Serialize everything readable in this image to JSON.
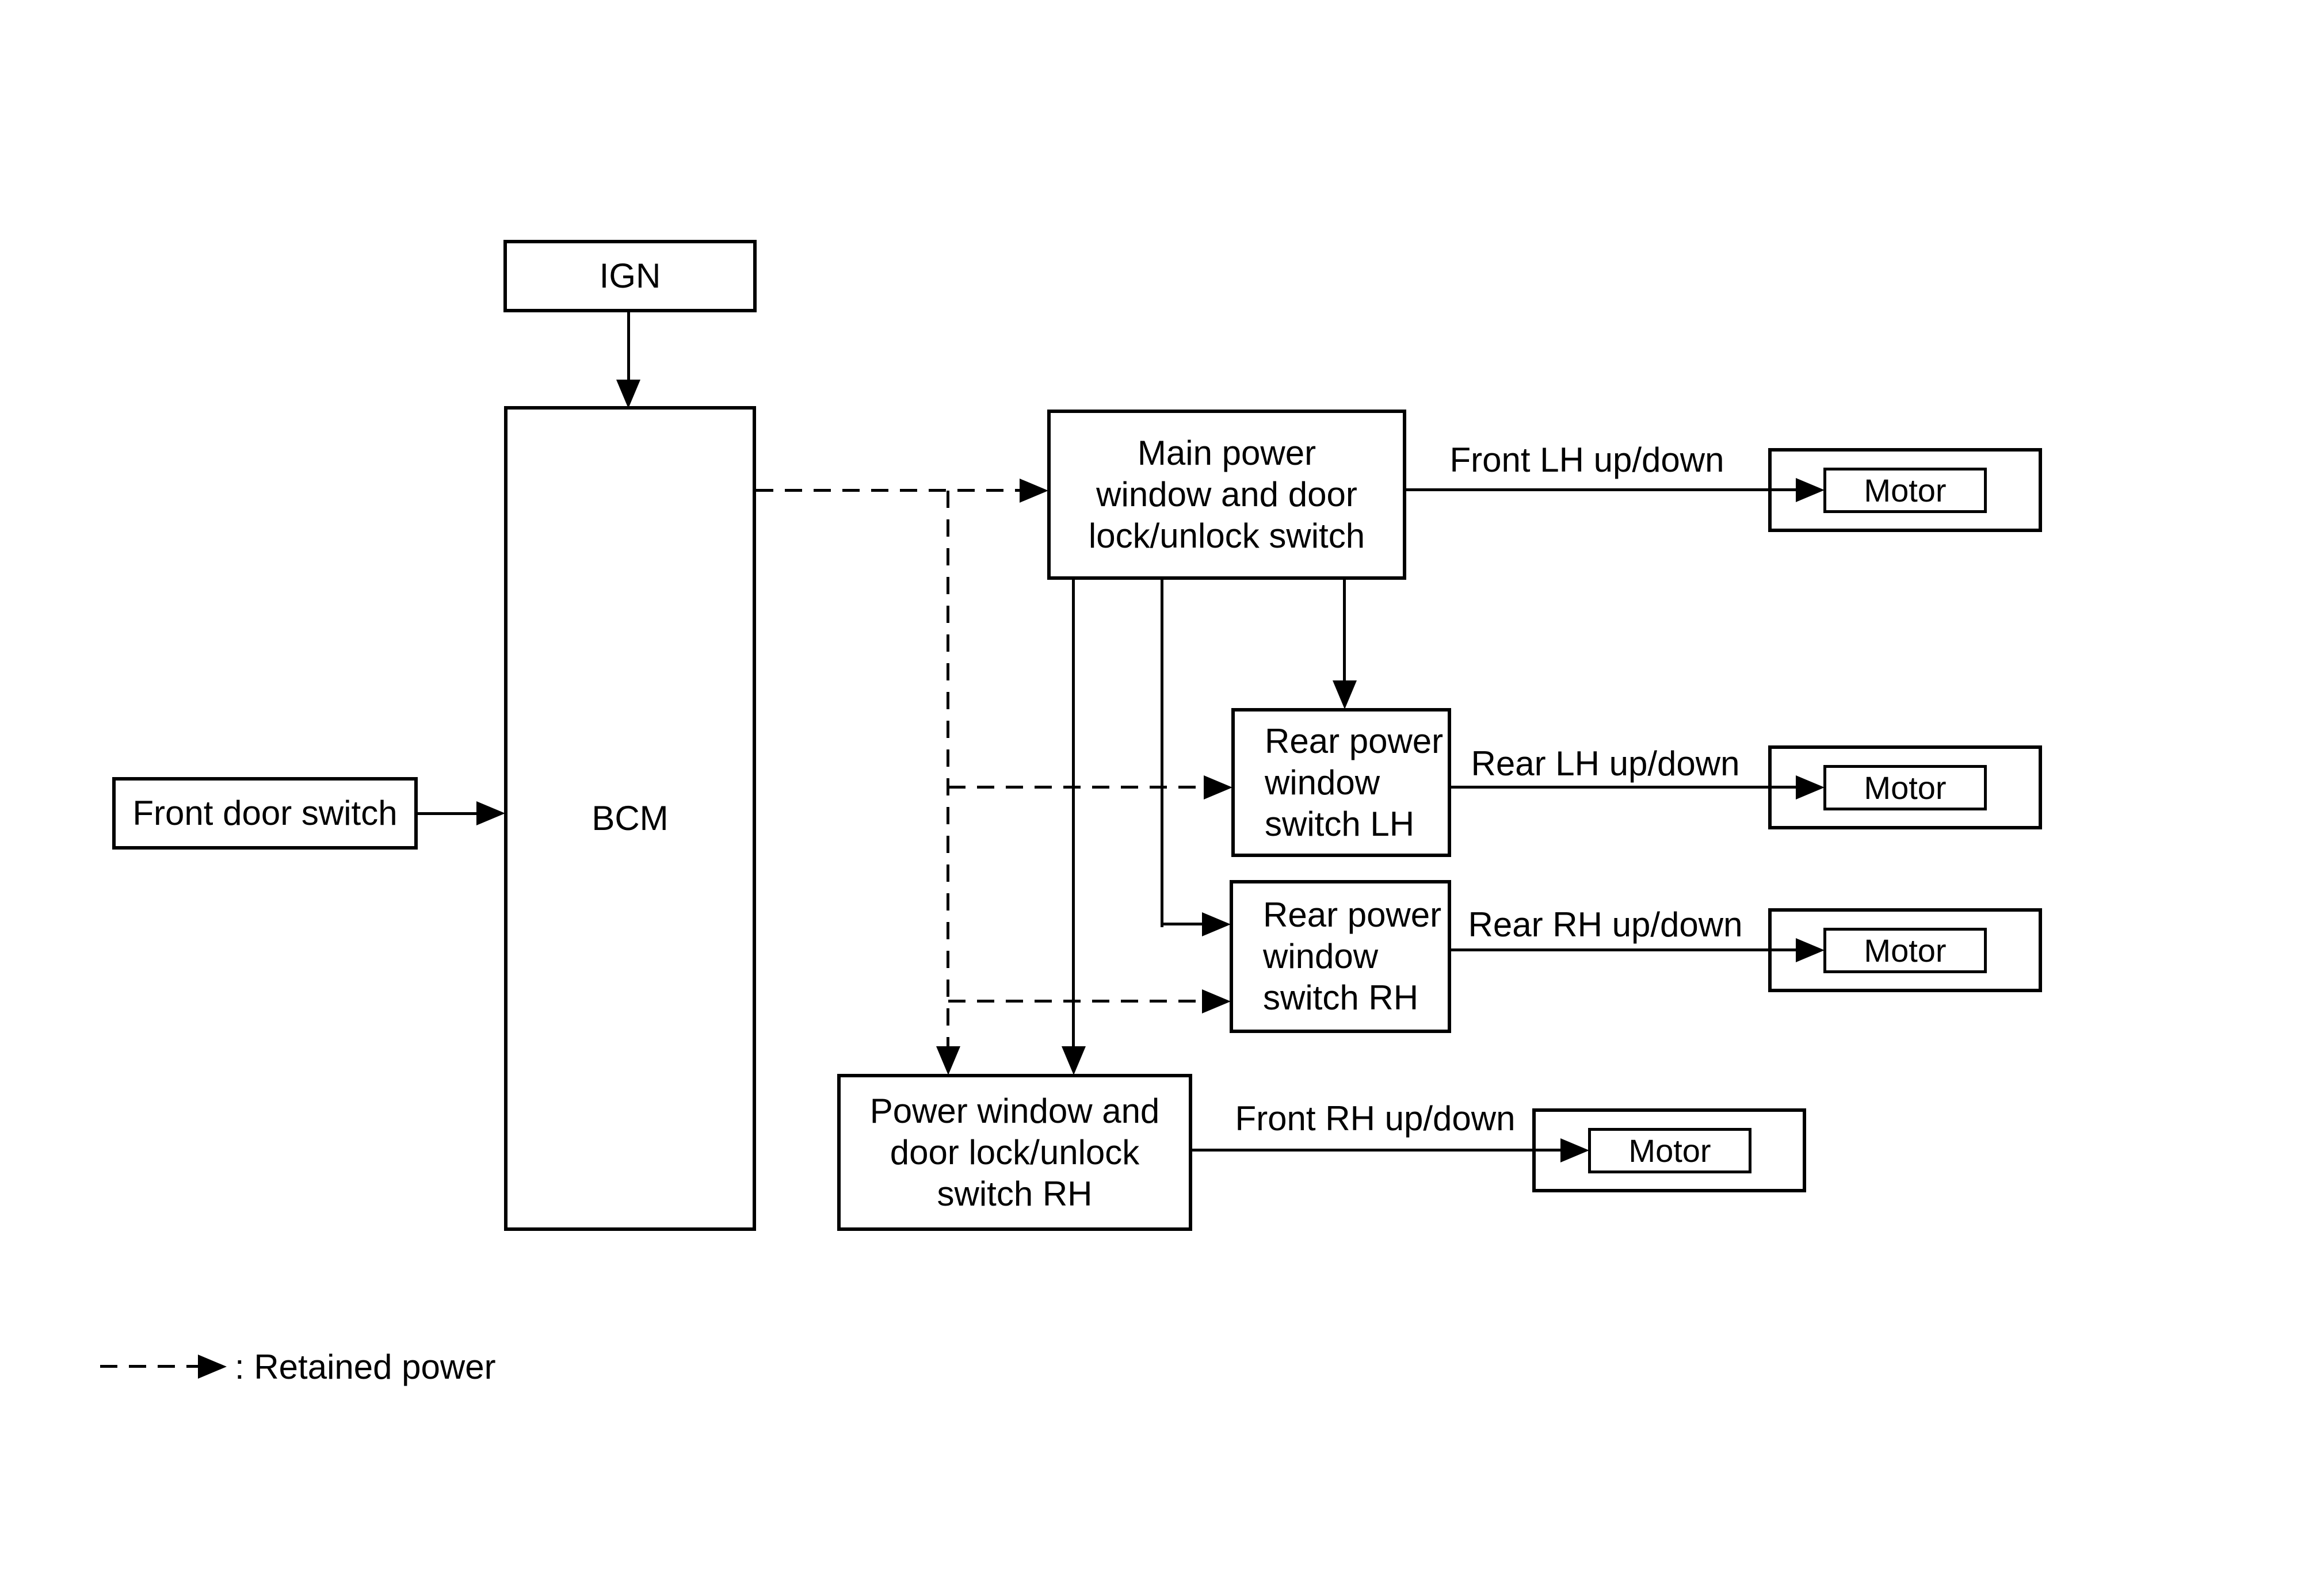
{
  "page": {
    "background": "#ffffff",
    "line_color": "#000000"
  },
  "nodes": {
    "ign": {
      "label": "IGN"
    },
    "bcm": {
      "label": "BCM"
    },
    "front_door_switch": {
      "label": "Front door switch"
    },
    "main_switch": {
      "label": "Main power\nwindow and door\nlock/unlock switch"
    },
    "rear_switch_lh": {
      "label": "Rear power\nwindow\nswitch LH"
    },
    "rear_switch_rh": {
      "label": "Rear power\nwindow\nswitch RH"
    },
    "pw_switch_rh": {
      "label": "Power window and\ndoor lock/unlock\nswitch RH"
    },
    "motor_front_lh": {
      "label": "Motor"
    },
    "motor_rear_lh": {
      "label": "Motor"
    },
    "motor_rear_rh": {
      "label": "Motor"
    },
    "motor_front_rh": {
      "label": "Motor"
    }
  },
  "edge_labels": {
    "front_lh": "Front LH up/down",
    "rear_lh": "Rear LH up/down",
    "rear_rh": "Rear RH up/down",
    "front_rh": "Front RH up/down"
  },
  "legend": {
    "text": ": Retained power"
  }
}
